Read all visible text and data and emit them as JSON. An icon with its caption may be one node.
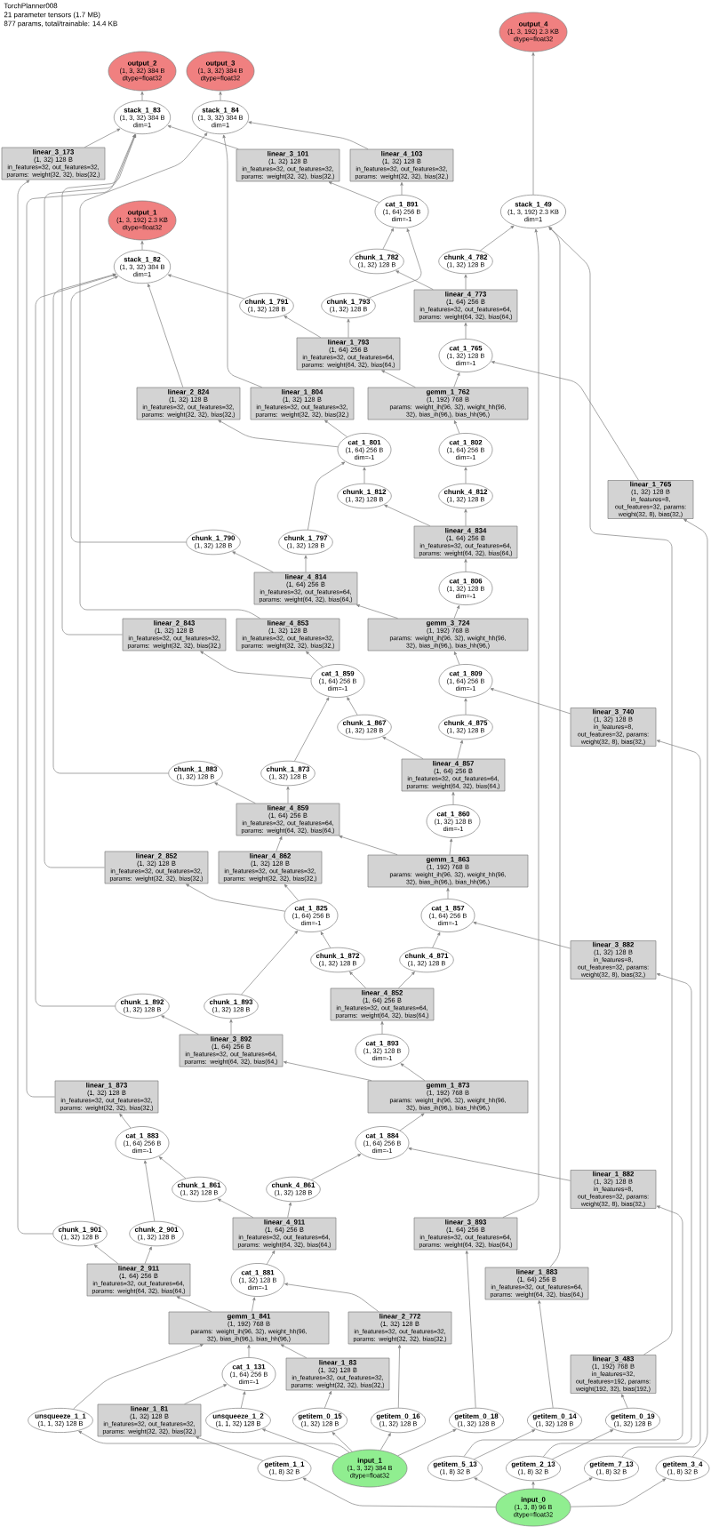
{
  "diagram": {
    "nodes": [
      {
        "text": [
          "output_4",
          "(1, 3, 192) 2.3 KB",
          "dtype=float32"
        ]
      },
      {
        "text": [
          "output_2",
          "(1, 3, 32) 384 B",
          "dtype=float32"
        ]
      },
      {
        "text": [
          "output_3",
          "(1, 3, 32) 384 B",
          "dtype=float32"
        ]
      },
      {
        "text": [
          "stack_1_83",
          "(1, 3, 32) 384 B",
          "dim=1"
        ]
      },
      {
        "text": [
          "stack_1_84",
          "(1, 3, 32) 384 B",
          "dim=1"
        ]
      },
      {
        "text": [
          "linear_3_173",
          "(1, 32) 128 B",
          "in_features=32, out_features=32, params: weight(32, 32), bias(32,)"
        ]
      },
      {
        "text": [
          "linear_3_101",
          "(1, 32) 128 B",
          "in_features=32, out_features=32, params: weight(32, 32), bias(32,)"
        ]
      },
      {
        "text": [
          "linear_4_103",
          "(1, 32) 128 B",
          "in_features=32, out_features=32, params: weight(32, 32), bias(32,)"
        ]
      },
      {
        "text": [
          "cat_1_891",
          "(1, 64) 256 B",
          "dim=-1"
        ]
      },
      {
        "text": [
          "output_1",
          "(1, 3, 192) 2.3 KB",
          "dtype=float32"
        ]
      },
      {
        "text": [
          "stack_1_49",
          "(1, 3, 192) 2.3 KB",
          "dim=1"
        ]
      },
      {
        "text": [
          "stack_1_82",
          "(1, 3, 32) 384 B",
          "dim=1"
        ]
      },
      {
        "text": [
          "chunk_1_782",
          "(1, 32) 128 B"
        ]
      },
      {
        "text": [
          "chunk_4_782",
          "(1, 32) 128 B"
        ]
      },
      {
        "text": [
          "chunk_1_791",
          "(1, 32) 128 B"
        ]
      },
      {
        "text": [
          "chunk_1_793",
          "(1, 32) 128 B"
        ]
      },
      {
        "text": [
          "linear_4_773",
          "(1, 64) 256 B",
          "in_features=32, out_features=64, params: weight(64, 32), bias(64,)"
        ]
      },
      {
        "text": [
          "linear_1_793",
          "(1, 64) 256 B",
          "in_features=32, out_features=64, params: weight(64, 32), bias(64,)"
        ]
      },
      {
        "text": [
          "cat_1_765",
          "(1, 32) 128 B",
          "dim=-1"
        ]
      },
      {
        "text": [
          "linear_2_824",
          "(1, 32) 128 B",
          "in_features=32, out_features=32, params: weight(32, 32), bias(32,)"
        ]
      },
      {
        "text": [
          "linear_1_804",
          "(1, 32) 128 B",
          "in_features=32, out_features=32, params: weight(32, 32), bias(32,)"
        ]
      },
      {
        "text": [
          "gemm_1_762",
          "(1, 192) 768 B",
          "params: weight_ih(96, 32), weight_hh(96, 32), bias_ih(96,), bias_hh(96,)"
        ]
      },
      {
        "text": [
          "cat_1_801",
          "(1, 64) 256 B",
          "dim=-1"
        ]
      },
      {
        "text": [
          "cat_1_802",
          "(1, 64) 256 B",
          "dim=-1"
        ]
      },
      {
        "text": [
          "chunk_1_812",
          "(1, 32) 128 B"
        ]
      },
      {
        "text": [
          "chunk_4_812",
          "(1, 32) 128 B"
        ]
      },
      {
        "text": [
          "linear_1_765",
          "(1, 32) 128 B",
          "in_features=8, out_features=32, params: weight(32, 8), bias(32,)"
        ]
      },
      {
        "text": [
          "linear_4_834",
          "(1, 64) 256 B",
          "in_features=32, out_features=64, params: weight(64, 32), bias(64,)"
        ]
      },
      {
        "text": [
          "chunk_1_790",
          "(1, 32) 128 B"
        ]
      },
      {
        "text": [
          "chunk_1_797",
          "(1, 32) 128 B"
        ]
      },
      {
        "text": [
          "linear_4_814",
          "(1, 64) 256 B",
          "in_features=32, out_features=64, params: weight(64, 32), bias(64,)"
        ]
      },
      {
        "text": [
          "cat_1_806",
          "(1, 32) 128 B",
          "dim=-1"
        ]
      },
      {
        "text": [
          "linear_2_843",
          "(1, 32) 128 B",
          "in_features=32, out_features=32, params: weight(32, 32), bias(32,)"
        ]
      },
      {
        "text": [
          "linear_4_853",
          "(1, 32) 128 B",
          "in_features=32, out_features=32, params: weight(32, 32), bias(32,)"
        ]
      },
      {
        "text": [
          "gemm_3_724",
          "(1, 192) 768 B",
          "params: weight_ih(96, 32), weight_hh(96, 32), bias_ih(96,), bias_hh(96,)"
        ]
      },
      {
        "text": [
          "cat_1_859",
          "(1, 64) 256 B",
          "dim=-1"
        ]
      },
      {
        "text": [
          "cat_1_809",
          "(1, 64) 256 B",
          "dim=-1"
        ]
      },
      {
        "text": [
          "chunk_1_867",
          "(1, 32) 128 B"
        ]
      },
      {
        "text": [
          "chunk_4_875",
          "(1, 32) 128 B"
        ]
      },
      {
        "text": [
          "linear_3_740",
          "(1, 32) 128 B",
          "in_features=8, out_features=32, params: weight(32, 8), bias(32,)"
        ]
      },
      {
        "text": [
          "chunk_1_883",
          "(1, 32) 128 B"
        ]
      },
      {
        "text": [
          "chunk_1_873",
          "(1, 32) 128 B"
        ]
      },
      {
        "text": [
          "linear_4_857",
          "(1, 64) 256 B",
          "in_features=32, out_features=64, params: weight(64, 32), bias(64,)"
        ]
      },
      {
        "text": [
          "linear_4_859",
          "(1, 64) 256 B",
          "in_features=32, out_features=64, params: weight(64, 32), bias(64,)"
        ]
      },
      {
        "text": [
          "cat_1_860",
          "(1, 32) 128 B",
          "dim=-1"
        ]
      },
      {
        "text": [
          "linear_2_852",
          "(1, 32) 128 B",
          "in_features=32, out_features=32, params: weight(32, 32), bias(32,)"
        ]
      },
      {
        "text": [
          "linear_4_862",
          "(1, 32) 128 B",
          "in_features=32, out_features=32, params: weight(32, 32), bias(32,)"
        ]
      },
      {
        "text": [
          "gemm_1_863",
          "(1, 192) 768 B",
          "params: weight_ih(96, 32), weight_hh(96, 32), bias_ih(96,), bias_hh(96,)"
        ]
      },
      {
        "text": [
          "cat_1_825",
          "(1, 64) 256 B",
          "dim=-1"
        ]
      },
      {
        "text": [
          "cat_1_857",
          "(1, 64) 256 B",
          "dim=-1"
        ]
      },
      {
        "text": [
          "linear_3_882",
          "(1, 32) 128 B",
          "in_features=8, out_features=32, params: weight(32, 8), bias(32,)"
        ]
      },
      {
        "text": [
          "chunk_1_872",
          "(1, 32) 128 B"
        ]
      },
      {
        "text": [
          "chunk_4_871",
          "(1, 32) 128 B"
        ]
      },
      {
        "text": [
          "linear_4_852",
          "(1, 64) 256 B",
          "in_features=32, out_features=64, params: weight(64, 32), bias(64,)"
        ]
      },
      {
        "text": [
          "chunk_1_892",
          "(1, 32) 128 B"
        ]
      },
      {
        "text": [
          "chunk_1_893",
          "(1, 32) 128 B"
        ]
      },
      {
        "text": [
          "linear_3_892",
          "(1, 64) 256 B",
          "in_features=32, out_features=64, params: weight(64, 32), bias(64,)"
        ]
      },
      {
        "text": [
          "cat_1_893",
          "(1, 32) 128 B",
          "dim=-1"
        ]
      },
      {
        "text": [
          "linear_1_873",
          "(1, 32) 128 B",
          "in_features=32, out_features=32, params: weight(32, 32), bias(32,)"
        ]
      },
      {
        "text": [
          "gemm_1_873",
          "(1, 192) 768 B",
          "params: weight_ih(96, 32), weight_hh(96, 32), bias_ih(96,), bias_hh(96,)"
        ]
      },
      {
        "text": [
          "cat_1_883",
          "(1, 64) 256 B",
          "dim=-1"
        ]
      },
      {
        "text": [
          "cat_1_884",
          "(1, 64) 256 B",
          "dim=-1"
        ]
      },
      {
        "text": [
          "chunk_1_861",
          "(1, 32) 128 B"
        ]
      },
      {
        "text": [
          "chunk_4_861",
          "(1, 32) 128 B"
        ]
      },
      {
        "text": [
          "linear_1_882",
          "(1, 32) 128 B",
          "in_features=8, out_features=32, params: weight(32, 8), bias(32,)"
        ]
      },
      {
        "text": [
          "chunk_1_901",
          "(1, 32) 128 B"
        ]
      },
      {
        "text": [
          "chunk_2_901",
          "(1, 32) 128 B"
        ]
      },
      {
        "text": [
          "linear_4_911",
          "(1, 64) 256 B",
          "in_features=32, out_features=64, params: weight(64, 32), bias(64,)"
        ]
      },
      {
        "text": [
          "linear_3_893",
          "(1, 64) 256 B",
          "in_features=32, out_features=64, params: weight(64, 32), bias(64,)"
        ]
      },
      {
        "text": [
          "linear_2_911",
          "(1, 64) 256 B",
          "in_features=32, out_features=64, params: weight(64, 32), bias(64,)"
        ]
      },
      {
        "text": [
          "cat_1_881",
          "(1, 32) 128 B",
          "dim=-1"
        ]
      },
      {
        "text": [
          "linear_1_883",
          "(1, 64) 256 B",
          "in_features=32, out_features=64, params: weight(64, 32), bias(64,)"
        ]
      },
      {
        "text": [
          "gemm_1_841",
          "(1, 192) 768 B",
          "params: weight_ih(96, 32), weight_hh(96, 32), bias_ih(96,), bias_hh(96,)"
        ]
      },
      {
        "text": [
          "linear_2_772",
          "(1, 32) 128 B",
          "in_features=32, out_features=32, params: weight(32, 32), bias(32,)"
        ]
      },
      {
        "text": [
          "linear_3_483",
          "(1, 192) 768 B",
          "in_features=32, out_features=192, params: weight(192, 32), bias(192,)"
        ]
      },
      {
        "text": [
          "cat_1_131",
          "(1, 64) 256 B",
          "dim=-1"
        ]
      },
      {
        "text": [
          "linear_1_83",
          "(1, 32) 128 B",
          "in_features=32, out_features=32, params: weight(32, 32), bias(32,)"
        ]
      },
      {
        "text": [
          "linear_1_81",
          "(1, 32) 128 B",
          "in_features=32, out_features=32, params: weight(32, 32), bias(32,)"
        ]
      },
      {
        "text": [
          "unsqueeze_1_1",
          "(1, 1, 32) 128 B"
        ]
      },
      {
        "text": [
          "unsqueeze_1_2",
          "(1, 1, 32) 128 B"
        ]
      },
      {
        "text": [
          "getitem_0_15",
          "(1, 32) 128 B"
        ]
      },
      {
        "text": [
          "getitem_0_16",
          "(1, 32) 128 B"
        ]
      },
      {
        "text": [
          "getitem_0_18",
          "(1, 32) 128 B"
        ]
      },
      {
        "text": [
          "getitem_0_14",
          "(1, 32) 128 B"
        ]
      },
      {
        "text": [
          "getitem_0_19",
          "(1, 32) 128 B"
        ]
      },
      {
        "text": [
          "getitem_1_1",
          "(1, 8) 32 B"
        ]
      },
      {
        "text": [
          "input_1",
          "(1, 3, 32) 384 B",
          "dtype=float32"
        ]
      },
      {
        "text": [
          "getitem_5_13",
          "(1, 8) 32 B"
        ]
      },
      {
        "text": [
          "getitem_2_13",
          "(1, 8) 32 B"
        ]
      },
      {
        "text": [
          "getitem_7_13",
          "(1, 8) 32 B"
        ]
      },
      {
        "text": [
          "getitem_3_4",
          "(1, 8) 32 B"
        ]
      },
      {
        "text": [
          "input_0",
          "(1, 3, 8) 96 B",
          "dtype=float32"
        ]
      }
    ],
    "edges": [
      {
        "from": 3,
        "to": 1,
        "arrow": "to"
      },
      {
        "from": 4,
        "to": 2,
        "arrow": "to"
      },
      {
        "from": 11,
        "to": 9,
        "arrow": "to"
      },
      {
        "from": 10,
        "to": 0,
        "arrow": "to"
      },
      {
        "from": 5,
        "to": 3,
        "arrow": "to"
      },
      {
        "from": 6,
        "to": 3,
        "arrow": "to"
      },
      {
        "from": 7,
        "to": 4,
        "arrow": "to"
      },
      {
        "from": 8,
        "to": 6,
        "arrow": "to"
      },
      {
        "from": 8,
        "to": 7,
        "arrow": "to"
      },
      {
        "from": 12,
        "to": 8,
        "arrow": "to"
      },
      {
        "from": 15,
        "to": 8,
        "arrow": "to"
      },
      {
        "from": 13,
        "to": 10,
        "arrow": "to"
      },
      {
        "from": 14,
        "to": 11,
        "arrow": "to"
      },
      {
        "from": 16,
        "to": 12,
        "arrow": "to"
      },
      {
        "from": 16,
        "to": 13,
        "arrow": "to"
      },
      {
        "from": 17,
        "to": 14,
        "arrow": "to"
      },
      {
        "from": 17,
        "to": 15,
        "arrow": "to"
      },
      {
        "from": 18,
        "to": 16,
        "arrow": "to"
      },
      {
        "from": 19,
        "to": 11,
        "arrow": "to"
      },
      {
        "from": 20,
        "to": 4,
        "arrow": "to"
      },
      {
        "from": 21,
        "to": 18,
        "arrow": "to"
      },
      {
        "from": 21,
        "to": 17,
        "arrow": "to"
      },
      {
        "from": 22,
        "to": 19,
        "arrow": "to"
      },
      {
        "from": 22,
        "to": 20,
        "arrow": "to"
      },
      {
        "from": 23,
        "to": 21,
        "arrow": "to"
      },
      {
        "from": 24,
        "to": 22,
        "arrow": "to"
      },
      {
        "from": 25,
        "to": 23,
        "arrow": "to"
      },
      {
        "from": 26,
        "to": 18,
        "arrow": "to"
      },
      {
        "from": 27,
        "to": 24,
        "arrow": "to"
      },
      {
        "from": 27,
        "to": 25,
        "arrow": "to"
      },
      {
        "from": 28,
        "to": 11,
        "arrow": "to"
      },
      {
        "from": 29,
        "to": 22,
        "arrow": "to"
      },
      {
        "from": 30,
        "to": 28,
        "arrow": "to"
      },
      {
        "from": 30,
        "to": 29,
        "arrow": "to"
      },
      {
        "from": 31,
        "to": 27,
        "arrow": "to"
      },
      {
        "from": 32,
        "to": 3,
        "arrow": "to"
      },
      {
        "from": 33,
        "to": 4,
        "arrow": "to"
      },
      {
        "from": 34,
        "to": 31,
        "arrow": "to"
      },
      {
        "from": 34,
        "to": 30,
        "arrow": "to"
      },
      {
        "from": 35,
        "to": 32,
        "arrow": "to"
      },
      {
        "from": 35,
        "to": 33,
        "arrow": "to"
      },
      {
        "from": 36,
        "to": 34,
        "arrow": "to"
      },
      {
        "from": 37,
        "to": 35,
        "arrow": "to"
      },
      {
        "from": 38,
        "to": 36,
        "arrow": "to"
      },
      {
        "from": 39,
        "to": 36,
        "arrow": "to"
      },
      {
        "from": 40,
        "to": 11,
        "arrow": "to"
      },
      {
        "from": 41,
        "to": 35,
        "arrow": "to"
      },
      {
        "from": 42,
        "to": 37,
        "arrow": "to"
      },
      {
        "from": 42,
        "to": 38,
        "arrow": "to"
      },
      {
        "from": 43,
        "to": 40,
        "arrow": "to"
      },
      {
        "from": 43,
        "to": 41,
        "arrow": "to"
      },
      {
        "from": 44,
        "to": 42,
        "arrow": "to"
      },
      {
        "from": 45,
        "to": 3,
        "arrow": "to"
      },
      {
        "from": 46,
        "to": 43,
        "arrow": "to"
      },
      {
        "from": 47,
        "to": 44,
        "arrow": "to"
      },
      {
        "from": 47,
        "to": 43,
        "arrow": "to"
      },
      {
        "from": 48,
        "to": 45,
        "arrow": "to"
      },
      {
        "from": 48,
        "to": 46,
        "arrow": "to"
      },
      {
        "from": 49,
        "to": 47,
        "arrow": "to"
      },
      {
        "from": 50,
        "to": 49,
        "arrow": "to"
      },
      {
        "from": 51,
        "to": 48,
        "arrow": "to"
      },
      {
        "from": 52,
        "to": 49,
        "arrow": "to"
      },
      {
        "from": 53,
        "to": 51,
        "arrow": "to"
      },
      {
        "from": 53,
        "to": 52,
        "arrow": "to"
      },
      {
        "from": 54,
        "to": 11,
        "arrow": "to"
      },
      {
        "from": 55,
        "to": 48,
        "arrow": "to"
      },
      {
        "from": 56,
        "to": 54,
        "arrow": "to"
      },
      {
        "from": 56,
        "to": 55,
        "arrow": "to"
      },
      {
        "from": 57,
        "to": 53,
        "arrow": "to"
      },
      {
        "from": 58,
        "to": 3,
        "arrow": "to"
      },
      {
        "from": 59,
        "to": 57,
        "arrow": "to"
      },
      {
        "from": 59,
        "to": 56,
        "arrow": "to"
      },
      {
        "from": 60,
        "to": 58,
        "arrow": "to"
      },
      {
        "from": 61,
        "to": 59,
        "arrow": "to"
      },
      {
        "from": 62,
        "to": 60,
        "arrow": "to"
      },
      {
        "from": 63,
        "to": 61,
        "arrow": "to"
      },
      {
        "from": 64,
        "to": 61,
        "arrow": "to"
      },
      {
        "from": 65,
        "to": 5,
        "arrow": "to"
      },
      {
        "from": 66,
        "to": 60,
        "arrow": "to"
      },
      {
        "from": 67,
        "to": 62,
        "arrow": "to"
      },
      {
        "from": 67,
        "to": 63,
        "arrow": "to"
      },
      {
        "from": 68,
        "to": 10,
        "arrow": "to"
      },
      {
        "from": 69,
        "to": 65,
        "arrow": "to"
      },
      {
        "from": 69,
        "to": 66,
        "arrow": "to"
      },
      {
        "from": 70,
        "to": 67,
        "arrow": "to"
      },
      {
        "from": 71,
        "to": 10,
        "arrow": "to"
      },
      {
        "from": 72,
        "to": 70,
        "arrow": "to"
      },
      {
        "from": 72,
        "to": 69,
        "arrow": "to"
      },
      {
        "from": 73,
        "to": 70,
        "arrow": "to"
      },
      {
        "from": 74,
        "to": 10,
        "arrow": "to"
      },
      {
        "from": 75,
        "to": 72,
        "arrow": "to"
      },
      {
        "from": 76,
        "to": 72,
        "arrow": "to"
      },
      {
        "from": 77,
        "to": 75,
        "arrow": "to"
      },
      {
        "from": 78,
        "to": 72,
        "arrow": "to"
      },
      {
        "from": 79,
        "to": 75,
        "arrow": "to"
      },
      {
        "from": 80,
        "to": 76,
        "arrow": "to"
      },
      {
        "from": 81,
        "to": 73,
        "arrow": "to"
      },
      {
        "from": 82,
        "to": 68,
        "arrow": "to"
      },
      {
        "from": 83,
        "to": 71,
        "arrow": "to"
      },
      {
        "from": 84,
        "to": 74,
        "arrow": "to"
      },
      {
        "from": 85,
        "to": 77,
        "arrow": "to"
      },
      {
        "from": 87,
        "to": 83,
        "arrow": "to"
      },
      {
        "from": 88,
        "to": 84,
        "arrow": "to"
      },
      {
        "from": 86,
        "to": 78,
        "arrow": "to"
      },
      {
        "from": 86,
        "to": 79,
        "arrow": "to"
      },
      {
        "from": 86,
        "to": 80,
        "arrow": "to"
      },
      {
        "from": 86,
        "to": 81,
        "arrow": "to"
      },
      {
        "from": 86,
        "to": 82,
        "arrow": "to"
      },
      {
        "from": 91,
        "to": 85,
        "arrow": "to"
      },
      {
        "from": 91,
        "to": 87,
        "arrow": "to"
      },
      {
        "from": 91,
        "to": 88,
        "arrow": "to"
      },
      {
        "from": 91,
        "to": 89,
        "arrow": "to"
      },
      {
        "from": 91,
        "to": 90,
        "arrow": "to"
      },
      {
        "from": 87,
        "to": 64,
        "arrow": "to"
      },
      {
        "from": 88,
        "to": 50,
        "arrow": "to"
      },
      {
        "from": 89,
        "to": 39,
        "arrow": "to"
      },
      {
        "from": 90,
        "to": 26,
        "arrow": "to"
      }
    ],
    "labels": [
      "TorchPlanner008",
      "21 parameter tensors (1.7 MB)",
      "877 params, total/trainable: 14.4 KB"
    ]
  }
}
